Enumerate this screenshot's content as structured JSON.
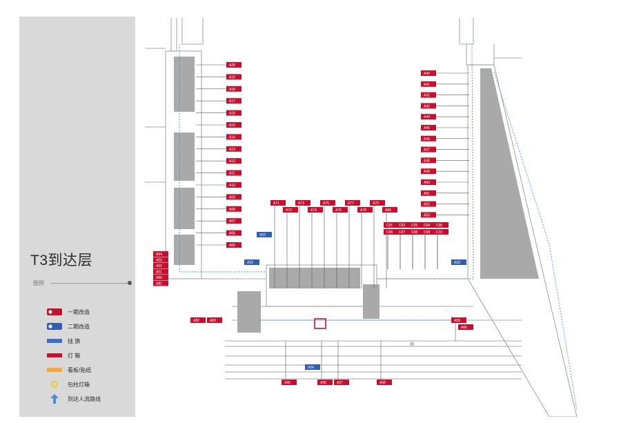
{
  "title": "T3到达层",
  "legend": {
    "header": "图例",
    "items": [
      {
        "id": "phase1",
        "label": "一期改造",
        "symbol": "red-tag"
      },
      {
        "id": "phase2",
        "label": "二期改造",
        "symbol": "blue-tag"
      },
      {
        "id": "flag",
        "label": "挂 旗",
        "symbol": "blue-bar"
      },
      {
        "id": "lightbox",
        "label": "灯 箱",
        "symbol": "red-bar"
      },
      {
        "id": "billboard",
        "label": "看板/贴纸",
        "symbol": "orange-bar"
      },
      {
        "id": "pillar",
        "label": "包柱灯箱",
        "symbol": "yellow-circle"
      },
      {
        "id": "flowline",
        "label": "到达人流路线",
        "symbol": "blue-arrow"
      }
    ]
  },
  "colors": {
    "phase1": "#c8102e",
    "phase2": "#2f5fae",
    "flag": "#3a6fc4",
    "lightbox": "#c8102e",
    "billboard": "#f2a73b",
    "pillar": "#e7d21c",
    "flowline": "#3b8ee0",
    "building": "#a9a9a9",
    "sidebar": "#d9d9d9"
  },
  "map": {
    "left_pier_tags": [
      "A20",
      "A19",
      "A18",
      "A17",
      "A16",
      "A15",
      "A14",
      "A13",
      "A12",
      "A11",
      "A10",
      "A09",
      "A08",
      "A07",
      "A06",
      "A05"
    ],
    "left_lower_tags": [
      "A04",
      "A03",
      "A02",
      "A01",
      "A80",
      "A81"
    ],
    "right_pier_tags": [
      "A40",
      "A41",
      "A42",
      "A43",
      "A44",
      "A45",
      "A46",
      "A47",
      "A48",
      "A49",
      "A50",
      "A51",
      "A52",
      "A53"
    ],
    "center_upper_tags": [
      "A71",
      "A72",
      "A73",
      "A74",
      "A75",
      "A76",
      "A77",
      "A78",
      "A79",
      "A80"
    ],
    "center_right_tags": [
      "C01",
      "C02",
      "C03",
      "C04",
      "C05",
      "C06",
      "C07",
      "C08",
      "C09",
      "C10"
    ],
    "lower_tags": [
      "A55",
      "A56",
      "A57",
      "A58",
      "A59"
    ],
    "phase2_tags": [
      "X03",
      "X04",
      "A32",
      "A33"
    ]
  }
}
